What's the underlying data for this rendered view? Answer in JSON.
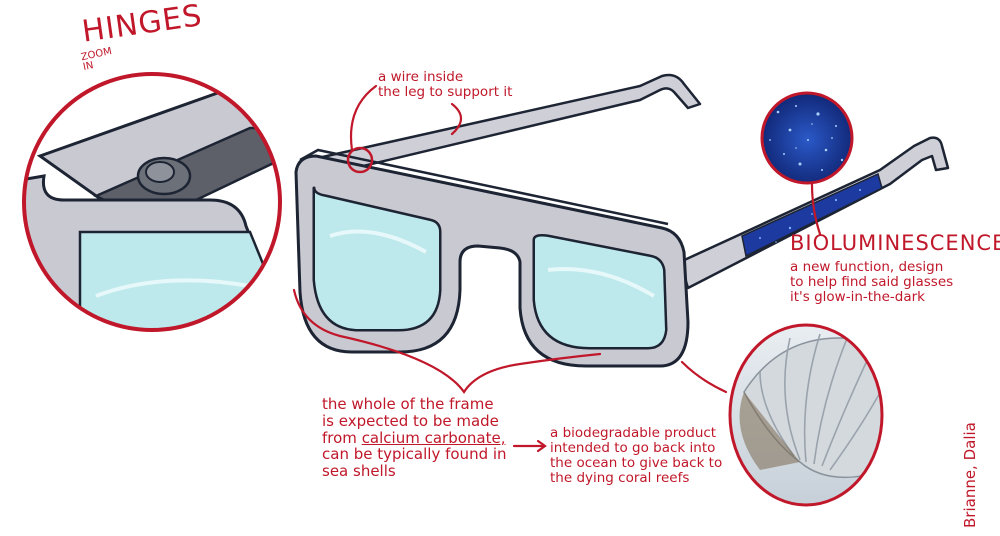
{
  "colors": {
    "annotation": "#c0182a",
    "frame": "#c9c9d2",
    "frame_shadow": "#9f9fab",
    "lens": "#bde9ec",
    "outline": "#1d2433",
    "glow_panel": "#1c3aa0"
  },
  "hinge_callout": {
    "title": "HINGES",
    "note_line1": "ZOOM",
    "note_line2": "IN"
  },
  "wire_note": {
    "line1": "a wire inside",
    "line2": "the leg to support it"
  },
  "bioluminescence": {
    "title": "BIOLUMINESCENCE",
    "line1": "a new function, design",
    "line2": "to help find said glasses",
    "line3": "it's glow-in-the-dark"
  },
  "frame_note": {
    "line1": "the whole of the frame",
    "line2": "is expected to be made",
    "line3_prefix": "from ",
    "line3_material": "calcium carbonate,",
    "line4": "can be typically found in",
    "line5": "sea shells"
  },
  "biodegradable_note": {
    "line1": "a biodegradable product",
    "line2": "intended to go back into",
    "line3": "the ocean to give back to",
    "line4": "the dying coral reefs"
  },
  "author": "Brianne, Dalia",
  "icons": {
    "hinge_zoom": "hinge-zoom-icon",
    "glow_texture": "bioluminescent-texture-icon",
    "shell": "seashell-icon"
  }
}
